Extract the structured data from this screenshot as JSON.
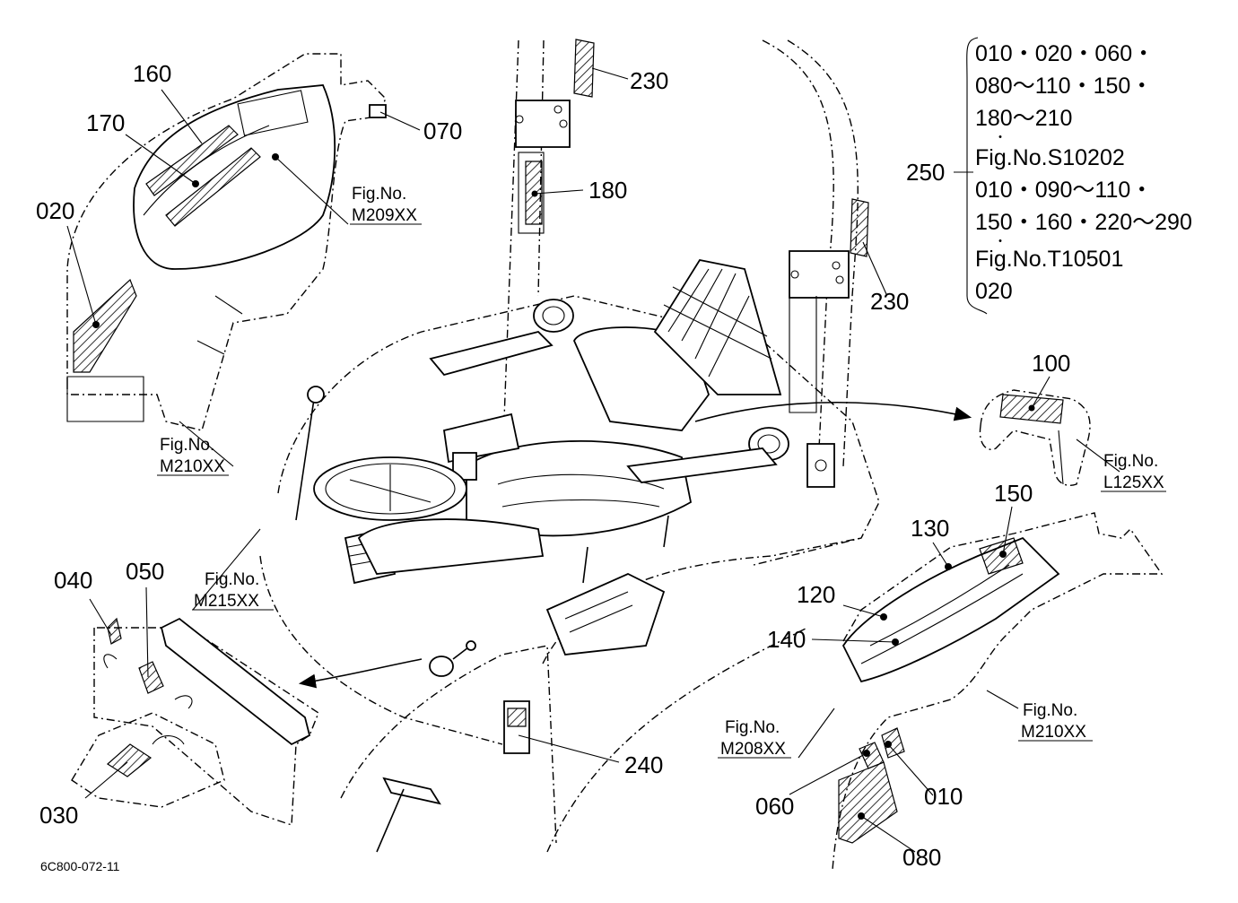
{
  "drawing_code": "6C800-072-11",
  "callouts": {
    "c010": "010",
    "c020": "020",
    "c030": "030",
    "c040": "040",
    "c050": "050",
    "c060": "060",
    "c070": "070",
    "c080": "080",
    "c100": "100",
    "c120": "120",
    "c130": "130",
    "c140": "140",
    "c150": "150",
    "c160": "160",
    "c170": "170",
    "c180": "180",
    "c230a": "230",
    "c230b": "230",
    "c240": "240",
    "c250": "250"
  },
  "figure_refs": {
    "m209": {
      "label": "Fig.No.",
      "code": "M209XX"
    },
    "m210_left": {
      "label": "Fig.No.",
      "code": "M210XX"
    },
    "m215": {
      "label": "Fig.No.",
      "code": "M215XX"
    },
    "l125": {
      "label": "Fig.No.",
      "code": "L125XX"
    },
    "m208": {
      "label": "Fig.No.",
      "code": "M208XX"
    },
    "m210_right": {
      "label": "Fig.No.",
      "code": "M210XX"
    }
  },
  "set_note": {
    "lines": [
      "010・020・060・",
      "080～110・150・",
      "180～210",
      "・",
      "Fig.No.S10202",
      "010・090～110・",
      "150・160・220～290",
      "・",
      "Fig.No.T10501",
      "020"
    ]
  }
}
